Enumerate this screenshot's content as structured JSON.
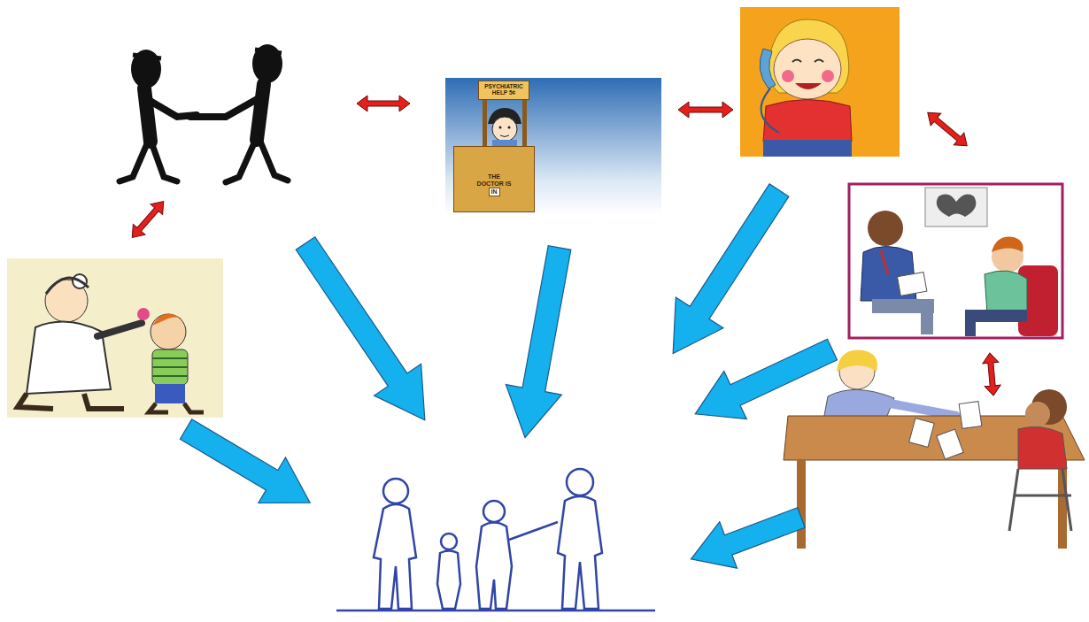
{
  "diagram": {
    "nodes": [
      {
        "text": [
          "PSYCHIATRIC HELP 5¢"
        ]
      },
      {
        "text": [
          "THE DOCTOR IS"
        ]
      },
      {
        "text": [
          "IN"
        ],
        "in": 1
      }
    ]
  }
}
